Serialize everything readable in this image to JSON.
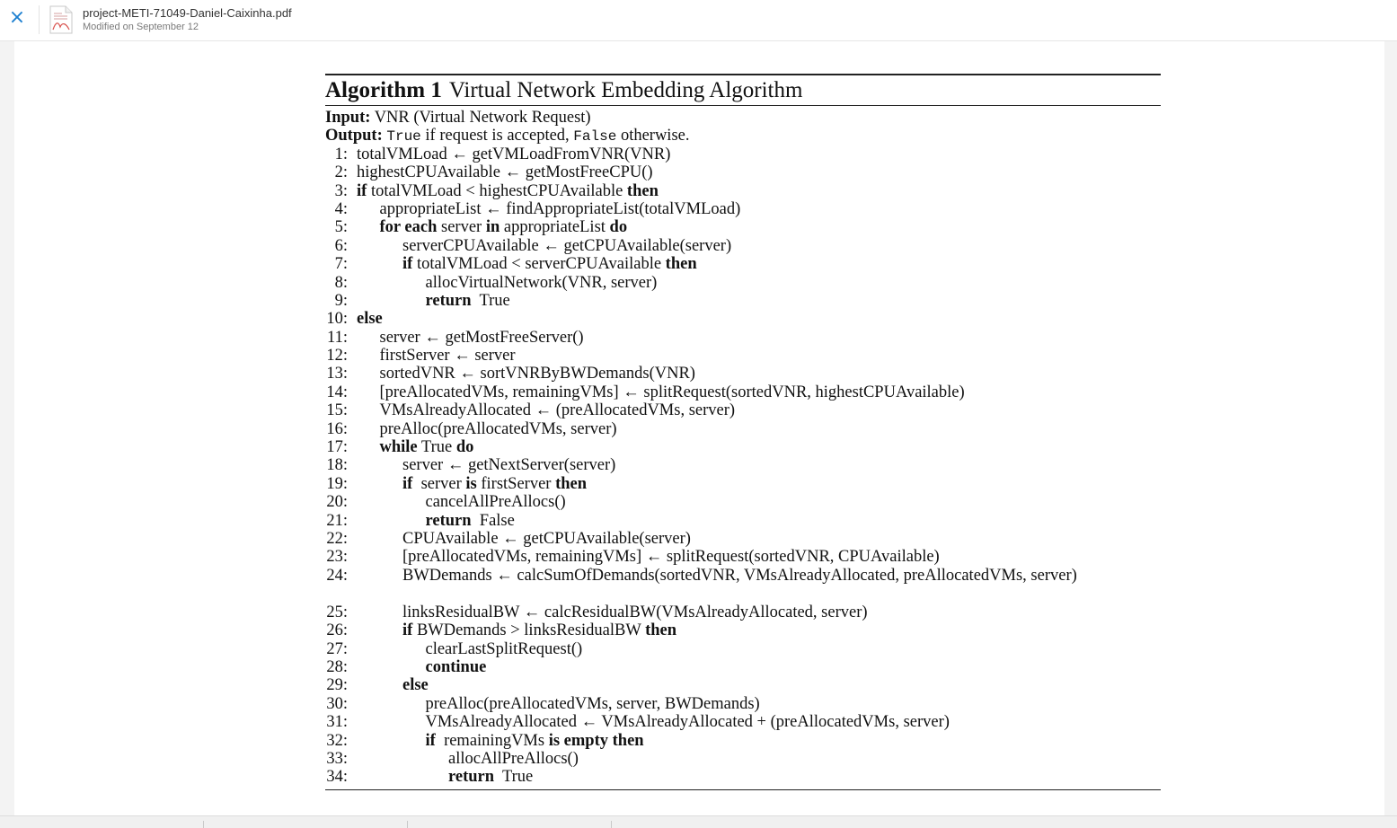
{
  "header": {
    "close_icon": "×",
    "file_name": "project-METI-71049-Daniel-Caixinha.pdf",
    "modified": "Modified on September 12"
  },
  "algorithm": {
    "label": "Algorithm 1",
    "title": "Virtual Network Embedding Algorithm",
    "input_label": "Input:",
    "input_text": "VNR (Virtual Network Request)",
    "output_label": "Output:",
    "output_true": "True",
    "output_mid": " if request is accepted, ",
    "output_false": "False",
    "output_end": " otherwise.",
    "lines": [
      {
        "n": "1:",
        "indent": 0,
        "parts": [
          {
            "t": "totalVMLoad ← getVMLoadFromVNR(VNR)"
          }
        ]
      },
      {
        "n": "2:",
        "indent": 0,
        "parts": [
          {
            "t": "highestCPUAvailable ← getMostFreeCPU()"
          }
        ]
      },
      {
        "n": "3:",
        "indent": 0,
        "parts": [
          {
            "t": "if",
            "k": 1
          },
          {
            "t": " totalVMLoad < highestCPUAvailable "
          },
          {
            "t": "then",
            "k": 1
          }
        ]
      },
      {
        "n": "4:",
        "indent": 1,
        "parts": [
          {
            "t": "appropriateList ← findAppropriateList(totalVMLoad)"
          }
        ]
      },
      {
        "n": "5:",
        "indent": 1,
        "parts": [
          {
            "t": "for each",
            "k": 1
          },
          {
            "t": " server "
          },
          {
            "t": "in",
            "k": 1
          },
          {
            "t": " appropriateList "
          },
          {
            "t": "do",
            "k": 1
          }
        ]
      },
      {
        "n": "6:",
        "indent": 2,
        "parts": [
          {
            "t": "serverCPUAvailable ← getCPUAvailable(server)"
          }
        ]
      },
      {
        "n": "7:",
        "indent": 2,
        "parts": [
          {
            "t": "if",
            "k": 1
          },
          {
            "t": " totalVMLoad < serverCPUAvailable "
          },
          {
            "t": "then",
            "k": 1
          }
        ]
      },
      {
        "n": "8:",
        "indent": 3,
        "parts": [
          {
            "t": "allocVirtualNetwork(VNR, server)"
          }
        ]
      },
      {
        "n": "9:",
        "indent": 3,
        "parts": [
          {
            "t": "return",
            "k": 1
          },
          {
            "t": "  True"
          }
        ]
      },
      {
        "n": "10:",
        "indent": 0,
        "parts": [
          {
            "t": "else",
            "k": 1
          }
        ]
      },
      {
        "n": "11:",
        "indent": 1,
        "parts": [
          {
            "t": "server ← getMostFreeServer()"
          }
        ]
      },
      {
        "n": "12:",
        "indent": 1,
        "parts": [
          {
            "t": "firstServer ← server"
          }
        ]
      },
      {
        "n": "13:",
        "indent": 1,
        "parts": [
          {
            "t": "sortedVNR ← sortVNRByBWDemands(VNR)"
          }
        ]
      },
      {
        "n": "14:",
        "indent": 1,
        "parts": [
          {
            "t": "[preAllocatedVMs, remainingVMs] ← splitRequest(sortedVNR, highestCPUAvailable)"
          }
        ]
      },
      {
        "n": "15:",
        "indent": 1,
        "parts": [
          {
            "t": "VMsAlreadyAllocated ← (preAllocatedVMs, server)"
          }
        ]
      },
      {
        "n": "16:",
        "indent": 1,
        "parts": [
          {
            "t": "preAlloc(preAllocatedVMs, server)"
          }
        ]
      },
      {
        "n": "17:",
        "indent": 1,
        "parts": [
          {
            "t": "while",
            "k": 1
          },
          {
            "t": " True "
          },
          {
            "t": "do",
            "k": 1
          }
        ]
      },
      {
        "n": "18:",
        "indent": 2,
        "parts": [
          {
            "t": "server ← getNextServer(server)"
          }
        ]
      },
      {
        "n": "19:",
        "indent": 2,
        "parts": [
          {
            "t": "if",
            "k": 1
          },
          {
            "t": "  server "
          },
          {
            "t": "is",
            "k": 1
          },
          {
            "t": " firstServer "
          },
          {
            "t": "then",
            "k": 1
          }
        ]
      },
      {
        "n": "20:",
        "indent": 3,
        "parts": [
          {
            "t": "cancelAllPreAllocs()"
          }
        ]
      },
      {
        "n": "21:",
        "indent": 3,
        "parts": [
          {
            "t": "return",
            "k": 1
          },
          {
            "t": "  False"
          }
        ]
      },
      {
        "n": "22:",
        "indent": 2,
        "parts": [
          {
            "t": "CPUAvailable ← getCPUAvailable(server)"
          }
        ]
      },
      {
        "n": "23:",
        "indent": 2,
        "parts": [
          {
            "t": "[preAllocatedVMs, remainingVMs] ← splitRequest(sortedVNR, CPUAvailable)"
          }
        ]
      },
      {
        "n": "24:",
        "indent": 2,
        "wrap": true,
        "parts": [
          {
            "t": "BWDemands  ←  calcSumOfDemands(sortedVNR,  VMsAlreadyAllocated,  preAllocatedVMs, server)"
          }
        ]
      },
      {
        "n": "25:",
        "indent": 2,
        "parts": [
          {
            "t": "linksResidualBW ← calcResidualBW(VMsAlreadyAllocated, server)"
          }
        ]
      },
      {
        "n": "26:",
        "indent": 2,
        "parts": [
          {
            "t": "if",
            "k": 1
          },
          {
            "t": " BWDemands > linksResidualBW "
          },
          {
            "t": "then",
            "k": 1
          }
        ]
      },
      {
        "n": "27:",
        "indent": 3,
        "parts": [
          {
            "t": "clearLastSplitRequest()"
          }
        ]
      },
      {
        "n": "28:",
        "indent": 3,
        "parts": [
          {
            "t": "continue",
            "k": 1
          }
        ]
      },
      {
        "n": "29:",
        "indent": 2,
        "parts": [
          {
            "t": "else",
            "k": 1
          }
        ]
      },
      {
        "n": "30:",
        "indent": 3,
        "parts": [
          {
            "t": "preAlloc(preAllocatedVMs, server, BWDemands)"
          }
        ]
      },
      {
        "n": "31:",
        "indent": 3,
        "parts": [
          {
            "t": "VMsAlreadyAllocated ← VMsAlreadyAllocated + (preAllocatedVMs, server)"
          }
        ]
      },
      {
        "n": "32:",
        "indent": 3,
        "parts": [
          {
            "t": "if",
            "k": 1
          },
          {
            "t": "  remainingVMs "
          },
          {
            "t": "is empty",
            "k": 1
          },
          {
            "t": " "
          },
          {
            "t": "then",
            "k": 1
          }
        ]
      },
      {
        "n": "33:",
        "indent": 4,
        "parts": [
          {
            "t": "allocAllPreAllocs()"
          }
        ]
      },
      {
        "n": "34:",
        "indent": 4,
        "parts": [
          {
            "t": "return",
            "k": 1
          },
          {
            "t": "  True"
          }
        ]
      }
    ]
  }
}
